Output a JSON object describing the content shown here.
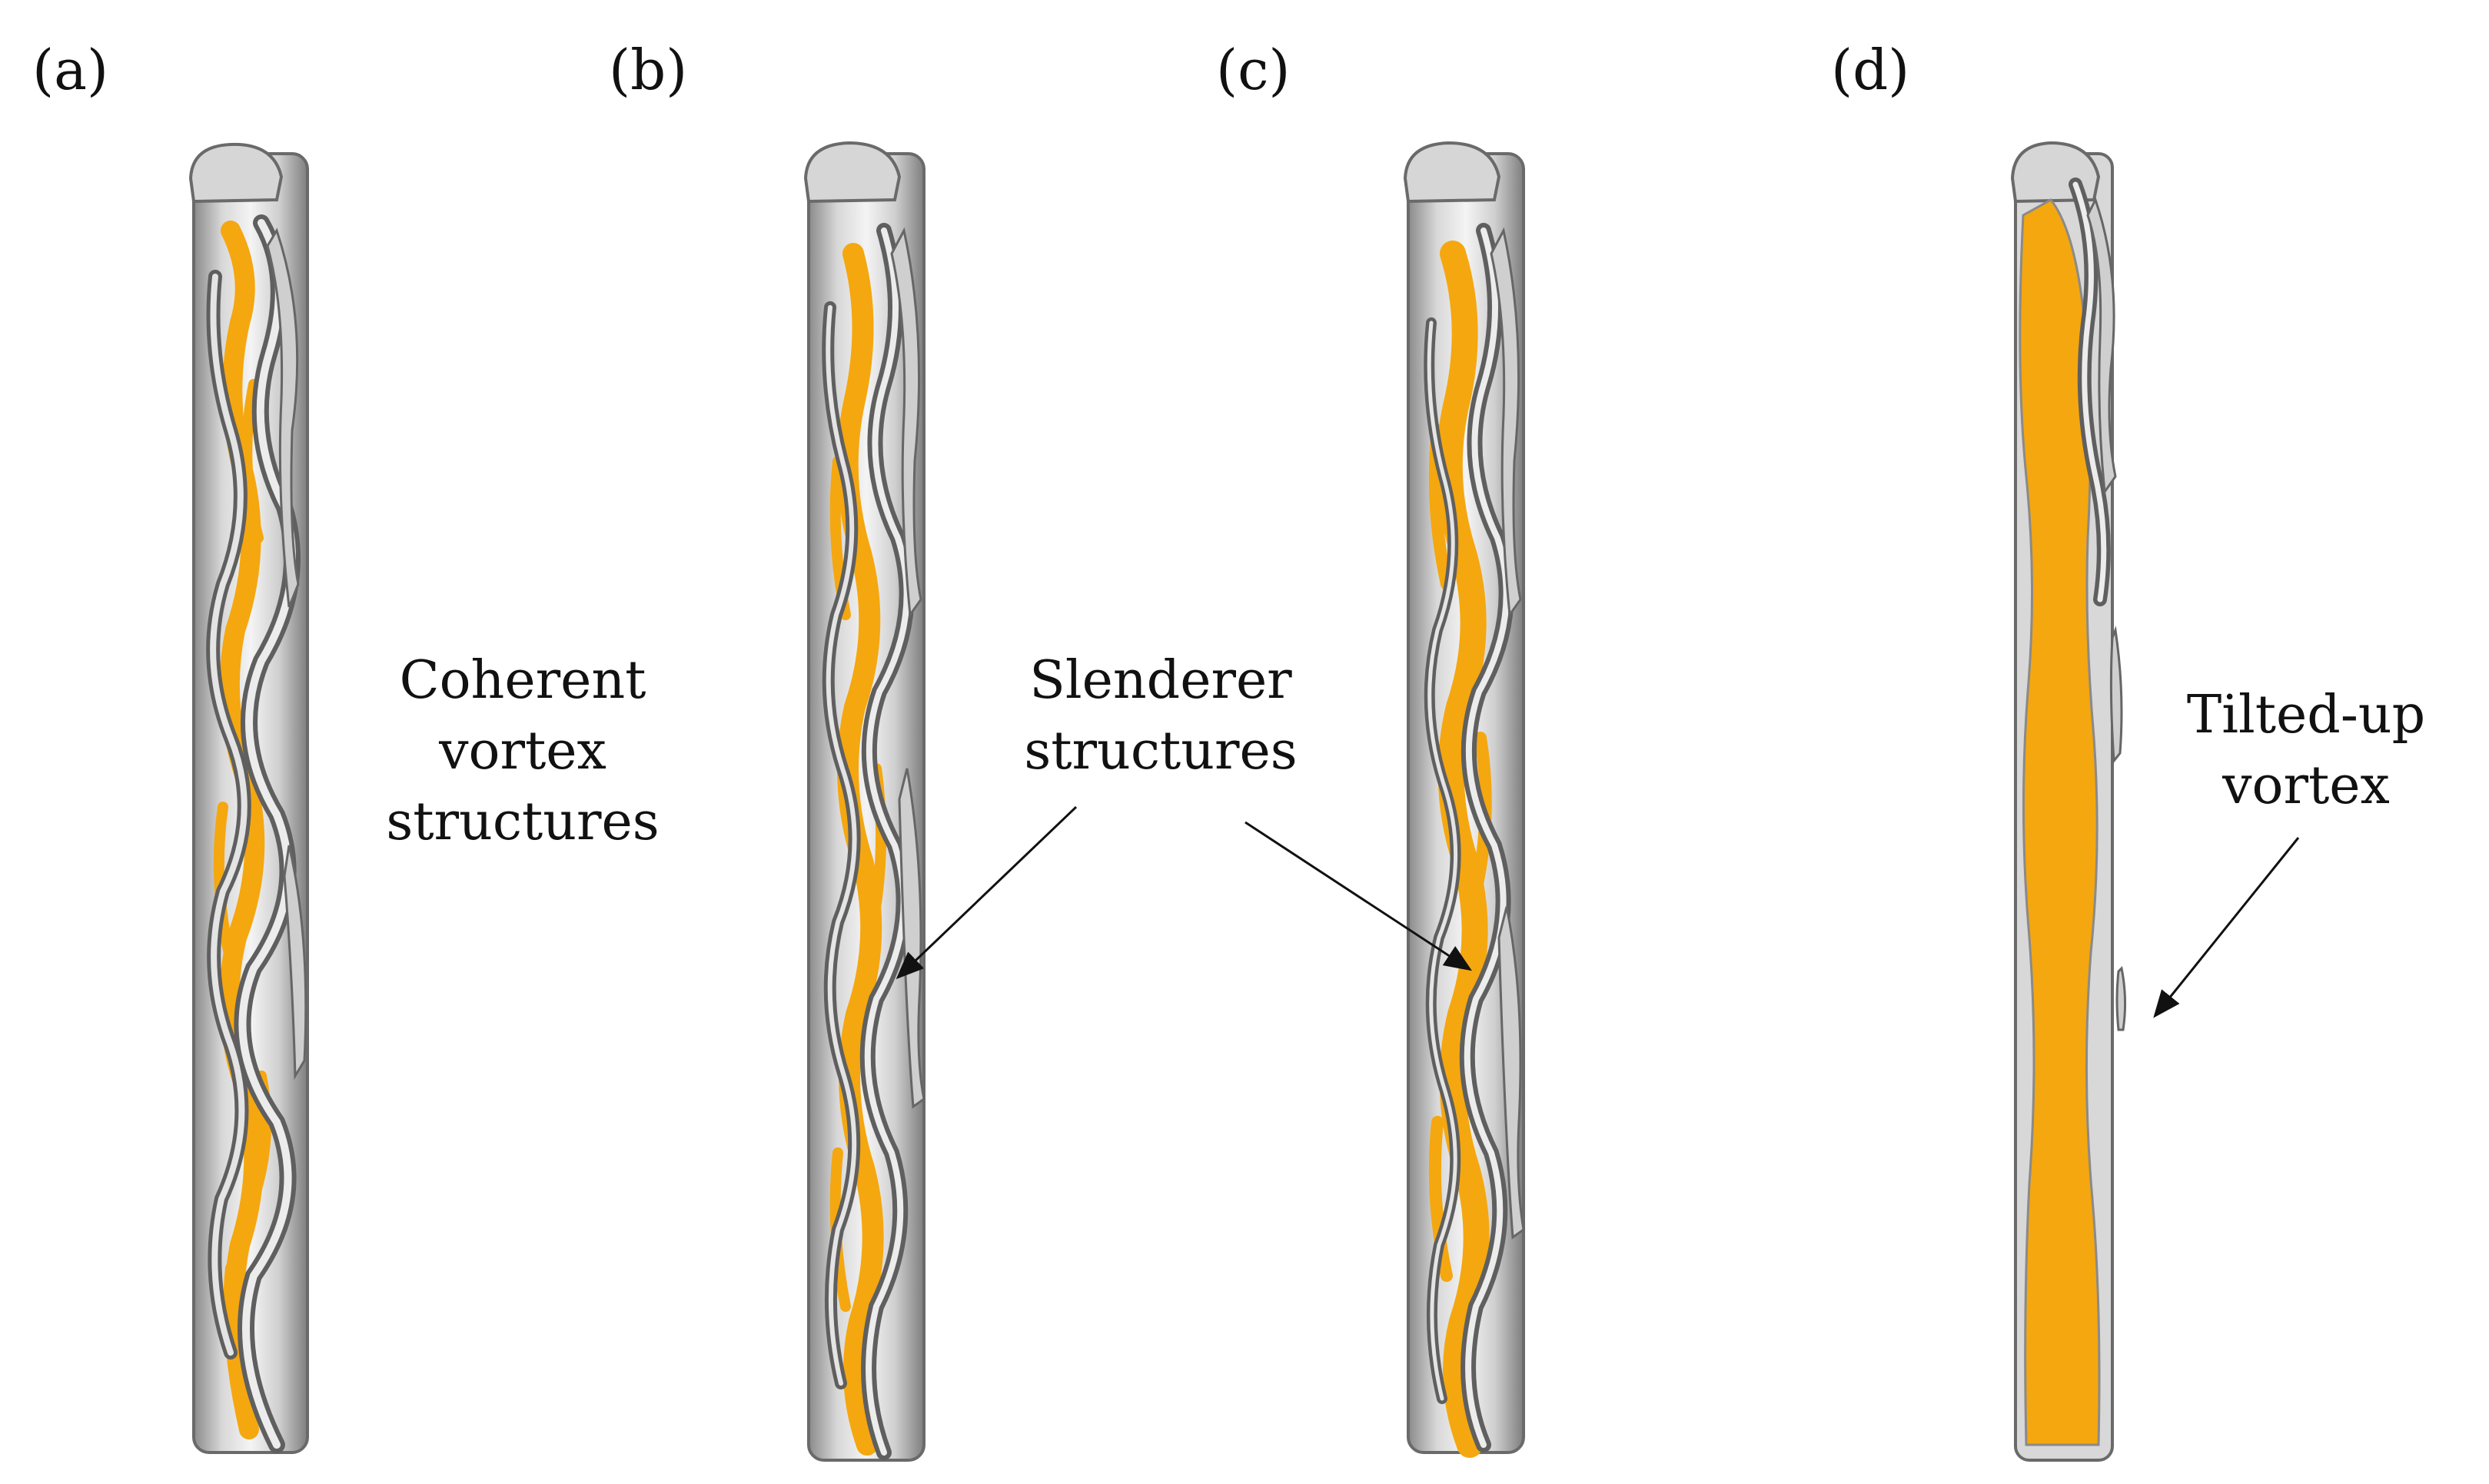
{
  "panels": [
    {
      "label": "(a)",
      "core_fill": 0.3
    },
    {
      "label": "(b)",
      "core_fill": 0.35
    },
    {
      "label": "(c)",
      "core_fill": 0.4
    },
    {
      "label": "(d)",
      "core_fill": 0.85
    }
  ],
  "annotations": {
    "coherent": {
      "line1": "Coherent",
      "line2": "vortex",
      "line3": "structures"
    },
    "slenderer": {
      "line1": "Slenderer",
      "line2": "structures"
    },
    "tilted": {
      "line1": "Tilted-up",
      "line2": "vortex"
    }
  },
  "colors": {
    "core": "#f5a70f",
    "vortex_surface": "#c9c9c9",
    "vortex_shadow": "#7a7a7a",
    "vortex_highlight": "#f2f2f2",
    "text": "#111111",
    "arrow": "#111111"
  }
}
